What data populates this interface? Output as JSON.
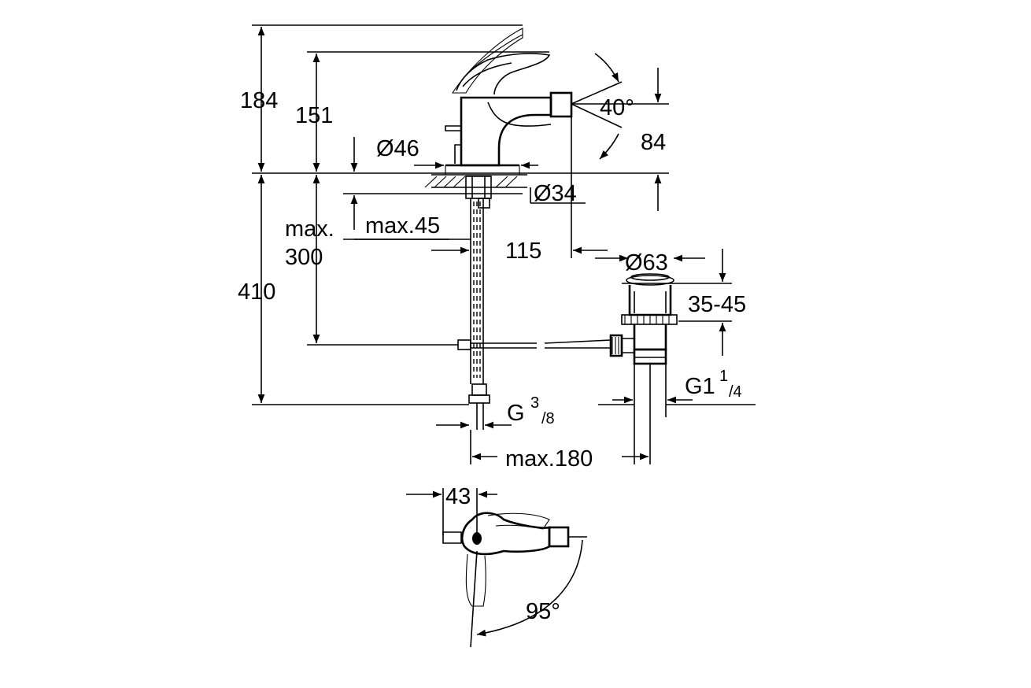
{
  "drawing": {
    "dimensions": {
      "overall_height": "184",
      "body_height": "151",
      "base_diameter": "Ø46",
      "hole_diameter": "Ø34",
      "max_label": "max.",
      "max_pipe": "300",
      "max_deck": "max.45",
      "spout_offset": "115",
      "waste_diameter": "Ø63",
      "waste_range": "35-45",
      "total_height": "410",
      "spout_angle": "40°",
      "spout_height": "84",
      "hose_thread_main": "G",
      "hose_thread_sup": "3",
      "hose_thread_sub": "/8",
      "waste_thread_main": "G1",
      "waste_thread_sup": "1",
      "waste_thread_sub": "/4",
      "waste_distance": "max.180",
      "handle_width": "43",
      "handle_rotation": "95°"
    }
  }
}
